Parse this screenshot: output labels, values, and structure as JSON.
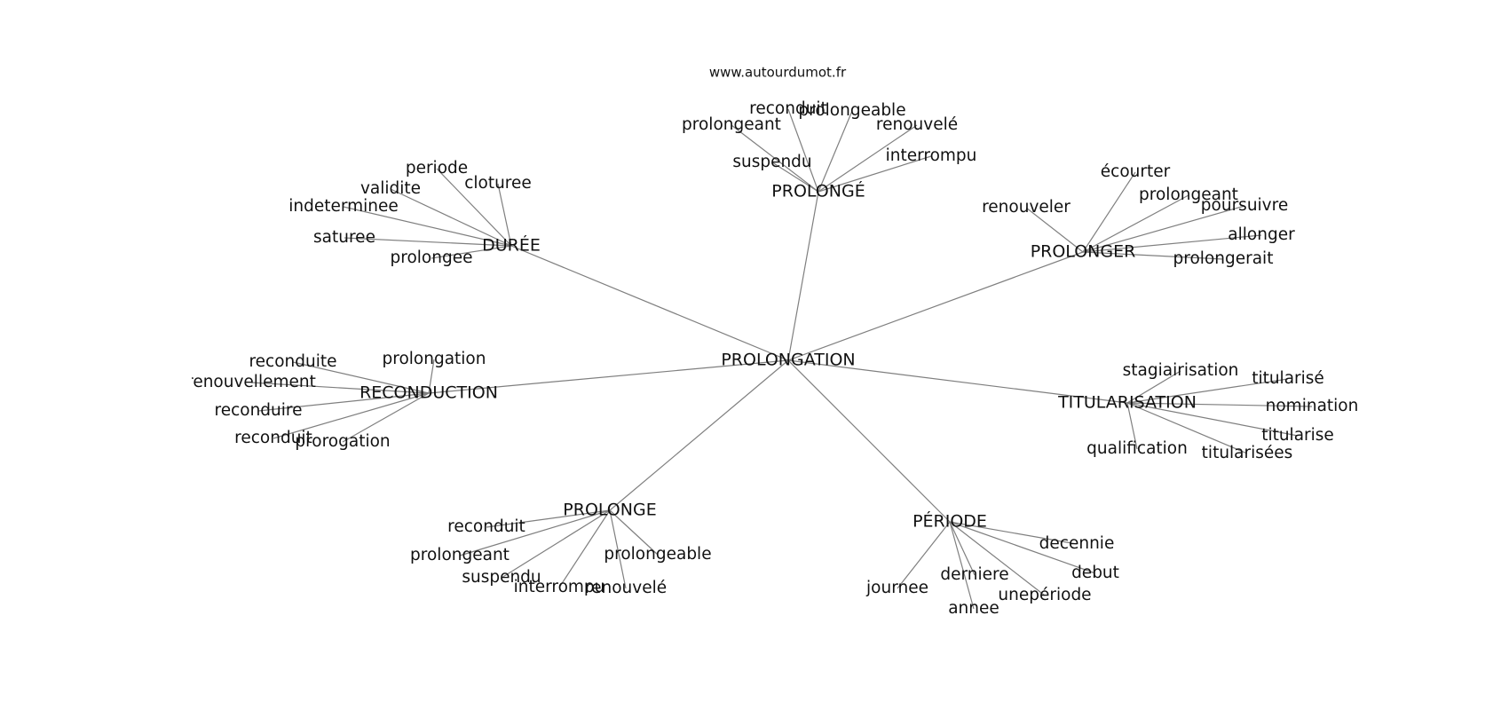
{
  "credit": "www.autourdumot.fr",
  "center": "PROLONGATION",
  "hubs": [
    {
      "label": "PROLONGÉ",
      "leaves": [
        "reconduit",
        "prolongeable",
        "prolongeant",
        "renouvelé",
        "interrompu",
        "suspendu"
      ]
    },
    {
      "label": "PROLONGER",
      "leaves": [
        "écourter",
        "prolongeant",
        "poursuivre",
        "renouveler",
        "allonger",
        "prolongerait"
      ]
    },
    {
      "label": "DURÉE",
      "leaves": [
        "periode",
        "cloturee",
        "validite",
        "indeterminee",
        "saturee",
        "prolongee"
      ]
    },
    {
      "label": "RECONDUCTION",
      "leaves": [
        "reconduite",
        "prolongation",
        "renouvellement",
        "reconduire",
        "reconduit",
        "prorogation"
      ]
    },
    {
      "label": "TITULARISATION",
      "leaves": [
        "stagiairisation",
        "titularisé",
        "nomination",
        "titularise",
        "titularisées",
        "qualification"
      ]
    },
    {
      "label": "PROLONGE",
      "leaves": [
        "reconduit",
        "prolongeant",
        "prolongeable",
        "suspendu",
        "interrompu",
        "renouvelé"
      ]
    },
    {
      "label": "PÉRIODE",
      "leaves": [
        "decennie",
        "debut",
        "unepériode",
        "derniere",
        "annee",
        "journee"
      ]
    }
  ]
}
